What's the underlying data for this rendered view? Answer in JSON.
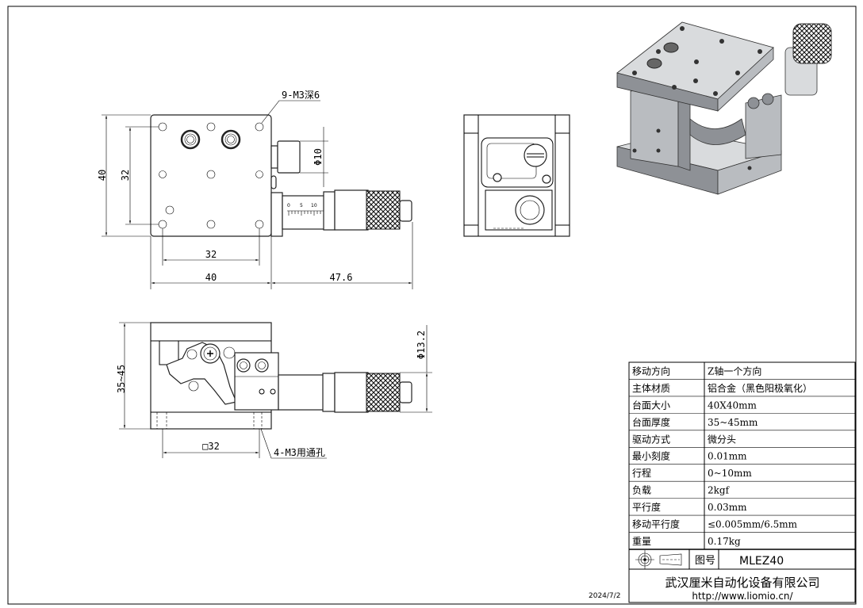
{
  "drawing": {
    "top_view": {
      "hole_note": "9-M3深6",
      "dim_height": "40",
      "dim_hole_pitch_v": "32",
      "dim_hole_pitch_h": "32",
      "dim_width": "40",
      "dim_micrometer": "47.6",
      "dim_knob_dia": "Φ10",
      "scale_marks": [
        "0",
        "5",
        "10"
      ]
    },
    "side_view": {
      "dim_height": "35~45",
      "dim_thimble_dia": "Φ13.2",
      "dim_mount": "□32",
      "mount_note": "4-M3用通孔"
    }
  },
  "spec_table": {
    "rows": [
      {
        "label": "移动方向",
        "value": "Z轴一个方向"
      },
      {
        "label": "主体材质",
        "value": "铝合金（黑色阳极氧化）"
      },
      {
        "label": "台面大小",
        "value": "40X40mm"
      },
      {
        "label": "台面厚度",
        "value": "35~45mm"
      },
      {
        "label": "驱动方式",
        "value": "微分头"
      },
      {
        "label": "最小刻度",
        "value": "0.01mm"
      },
      {
        "label": "行程",
        "value": "0~10mm"
      },
      {
        "label": "负载",
        "value": "2kgf"
      },
      {
        "label": "平行度",
        "value": "0.03mm"
      },
      {
        "label": "移动平行度",
        "value": "≤0.005mm/6.5mm"
      },
      {
        "label": "重量",
        "value": "0.17kg"
      }
    ],
    "drawing_no_label": "图号",
    "drawing_no": "MLEZ40",
    "company": "武汉厘米自动化设备有限公司",
    "url": "http://www.liomio.cn/"
  },
  "date": "2024/7/2"
}
